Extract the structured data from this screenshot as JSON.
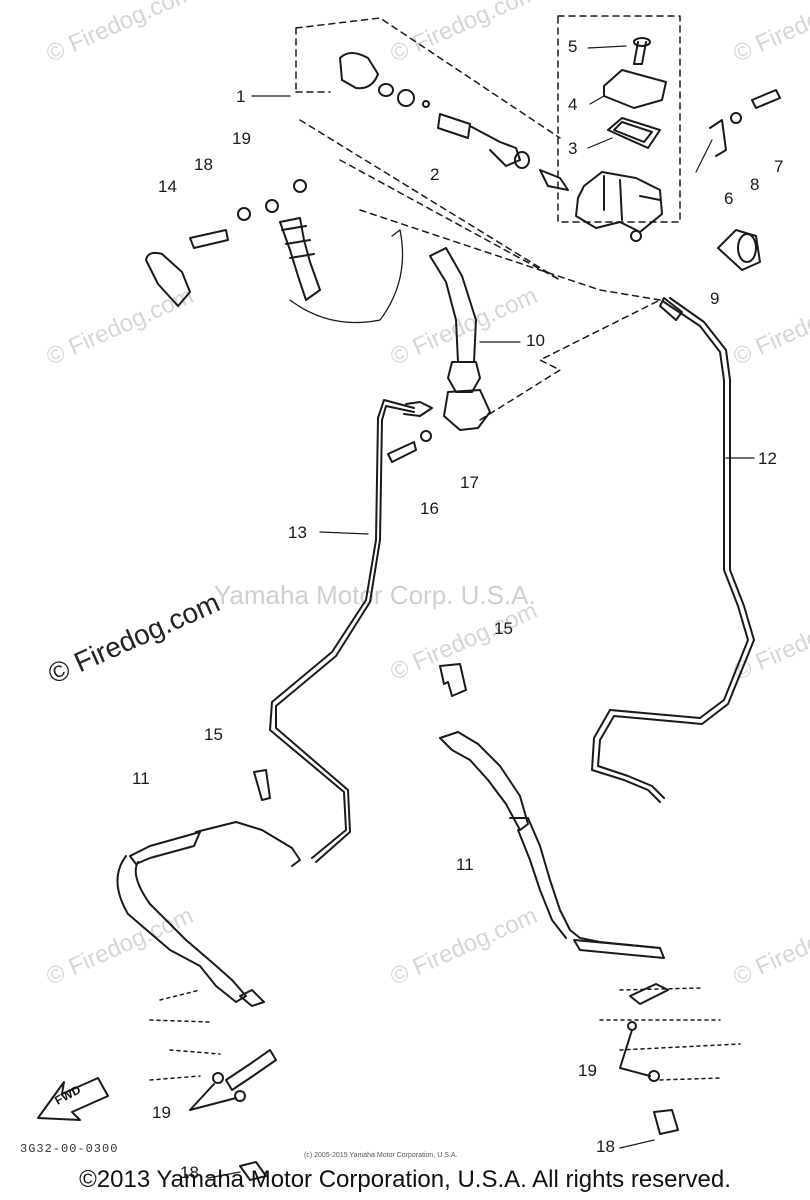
{
  "watermark": {
    "text": "© Firedog.com",
    "center_text": "Yamaha Motor Corp. U.S.A."
  },
  "callouts": {
    "c1": "1",
    "c2": "2",
    "c3": "3",
    "c4": "4",
    "c5": "5",
    "c6": "6",
    "c7": "7",
    "c8": "8",
    "c9": "9",
    "c10": "10",
    "c11a": "11",
    "c11b": "11",
    "c12": "12",
    "c13": "13",
    "c14": "14",
    "c15a": "15",
    "c15b": "15",
    "c16": "16",
    "c17": "17",
    "c18a": "18",
    "c18b": "18",
    "c18c": "18",
    "c19a": "19",
    "c19b": "19",
    "c19c": "19"
  },
  "fwd_label": "FWD",
  "part_code": "3G32-00-0300",
  "small_copyright": "(c) 2005-2015 Yamaha Motor Corporation, U.S.A.",
  "footer": "©2013 Yamaha Motor Corporation, U.S.A. All rights reserved."
}
